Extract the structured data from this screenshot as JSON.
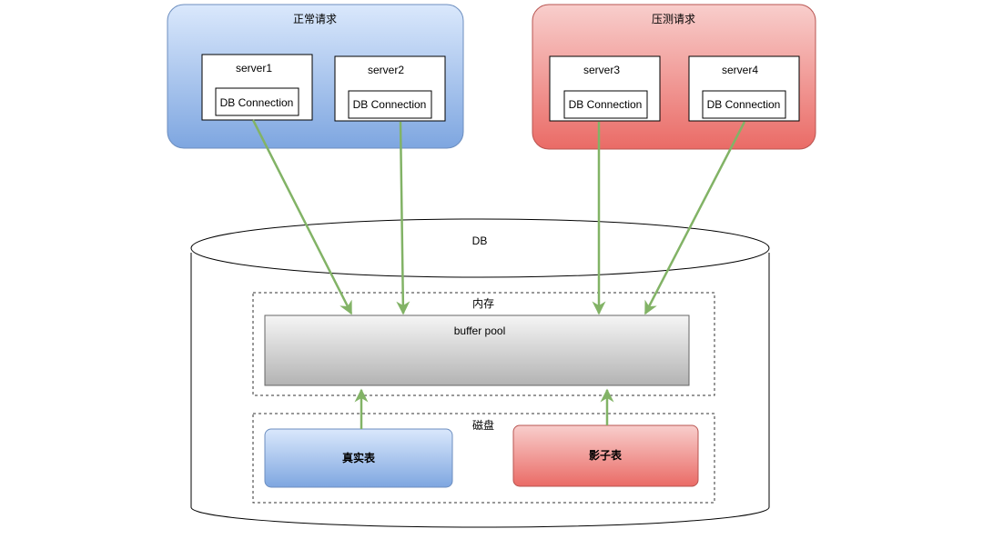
{
  "groups": {
    "normal": {
      "title": "正常请求",
      "servers": [
        {
          "name": "server1",
          "conn": "DB Connection"
        },
        {
          "name": "server2",
          "conn": "DB Connection"
        }
      ]
    },
    "stress": {
      "title": "压测请求",
      "servers": [
        {
          "name": "server3",
          "conn": "DB Connection"
        },
        {
          "name": "server4",
          "conn": "DB Connection"
        }
      ]
    }
  },
  "db": {
    "label": "DB",
    "memory": {
      "label": "内存",
      "buffer_pool": "buffer pool"
    },
    "disk": {
      "label": "磁盘",
      "real_table": "真实表",
      "shadow_table": "影子表"
    }
  },
  "colors": {
    "blue_fill_top": "#dae8fc",
    "blue_fill_bottom": "#7ea6e0",
    "blue_stroke": "#6c8ebf",
    "red_fill_top": "#f8cecc",
    "red_fill_bottom": "#ea6b66",
    "red_stroke": "#b85450",
    "arrow": "#82b366",
    "pool_top": "#f5f5f5",
    "pool_bottom": "#b3b3b3"
  }
}
